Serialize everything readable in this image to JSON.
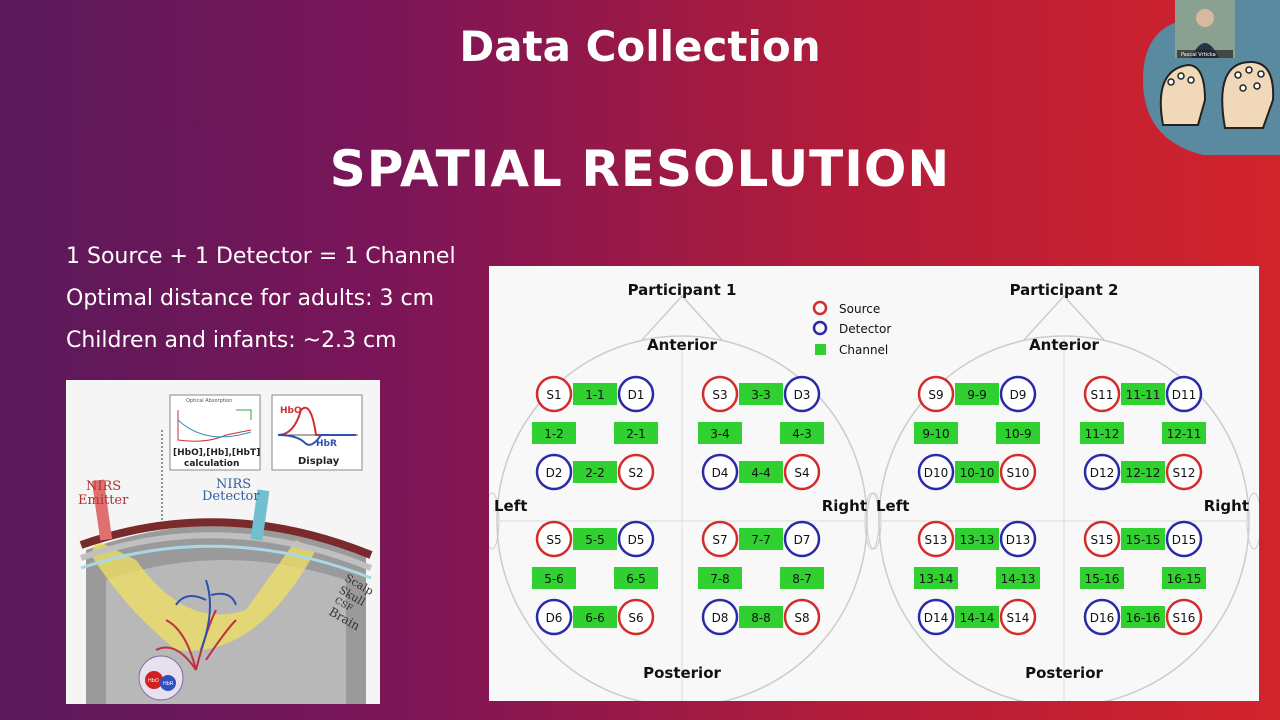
{
  "slide": {
    "title": "Data Collection",
    "subtitle": "SPATIAL RESOLUTION",
    "bullets": [
      "1 Source + 1 Detector = 1 Channel",
      "Optimal distance for adults: 3 cm",
      "Children and infants: ~2.3 cm"
    ]
  },
  "nirs_figure": {
    "optical_absorption_label": "Optical Absorption",
    "calc_label_1": "[HbO],[Hb],[HbT]",
    "calc_label_2": "calculation",
    "display_label": "Display",
    "hbo_label": "HbO",
    "hbr_label": "HbR",
    "emitter_label_1": "NIRS",
    "emitter_label_2": "Emitter",
    "detector_label_1": "NIRS",
    "detector_label_2": "Detector",
    "layers": [
      "Scalp",
      "Skull",
      "CSF",
      "Brain"
    ],
    "blood_labels": [
      "HbO",
      "HbR"
    ]
  },
  "montage": {
    "legend": {
      "source": "Source",
      "detector": "Detector",
      "channel": "Channel"
    },
    "colors": {
      "source": "#d42b2b",
      "detector": "#2a2aa8",
      "channel": "#2fd02f"
    },
    "participants": [
      {
        "title": "Participant 1",
        "anterior": "Anterior",
        "posterior": "Posterior",
        "left": "Left",
        "right": "Right",
        "optodes": [
          "S1",
          "D1",
          "D2",
          "S2",
          "S3",
          "D3",
          "D4",
          "S4",
          "S5",
          "D5",
          "D6",
          "S6",
          "S7",
          "D7",
          "D8",
          "S8"
        ],
        "channels": [
          "1-1",
          "1-2",
          "2-1",
          "2-2",
          "3-3",
          "3-4",
          "4-3",
          "4-4",
          "5-5",
          "5-6",
          "6-5",
          "6-6",
          "7-7",
          "7-8",
          "8-7",
          "8-8"
        ]
      },
      {
        "title": "Participant 2",
        "anterior": "Anterior",
        "posterior": "Posterior",
        "left": "Left",
        "right": "Right",
        "optodes": [
          "S9",
          "D9",
          "D10",
          "S10",
          "S11",
          "D11",
          "D12",
          "S12",
          "S13",
          "D13",
          "D14",
          "S14",
          "S15",
          "D15",
          "D16",
          "S16"
        ],
        "channels": [
          "9-9",
          "9-10",
          "10-9",
          "10-10",
          "11-11",
          "11-12",
          "12-11",
          "12-12",
          "13-13",
          "13-14",
          "14-13",
          "14-14",
          "15-15",
          "15-16",
          "16-15",
          "16-16"
        ]
      }
    ]
  },
  "webcam": {
    "name": "Pascal Vrticka"
  }
}
